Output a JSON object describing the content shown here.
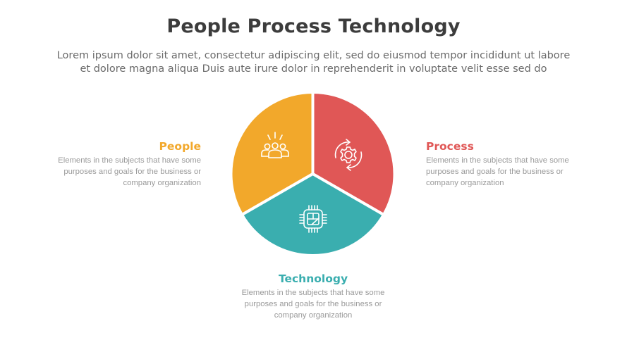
{
  "header": {
    "title": "People Process Technology",
    "subtitle_lines": [
      "Lorem ipsum dolor sit amet, consectetur adipiscing elit, sed do eiusmod tempor incididunt ut labore",
      "et dolore magna aliqua Duis aute irure dolor in reprehenderit in voluptate velit esse sed do"
    ]
  },
  "colors": {
    "people": "#F2A82B",
    "process": "#E05756",
    "technology": "#3AAEAF",
    "title": "#3C3C3C",
    "body_text": "#9A9A9A"
  },
  "segments": [
    {
      "id": "people",
      "label": "People",
      "icon": "people-group-icon",
      "description_lines": [
        "Elements in the subjects that have some",
        "purposes and goals for the business or",
        "company organization"
      ]
    },
    {
      "id": "process",
      "label": "Process",
      "icon": "gear-cycle-icon",
      "description_lines": [
        "Elements in the subjects that have some",
        "purposes and goals for the business or",
        "company organization"
      ]
    },
    {
      "id": "technology",
      "label": "Technology",
      "icon": "cpu-chip-icon",
      "description_lines": [
        "Elements in the subjects that have some",
        "purposes and goals for the business or",
        "company organization"
      ]
    }
  ]
}
